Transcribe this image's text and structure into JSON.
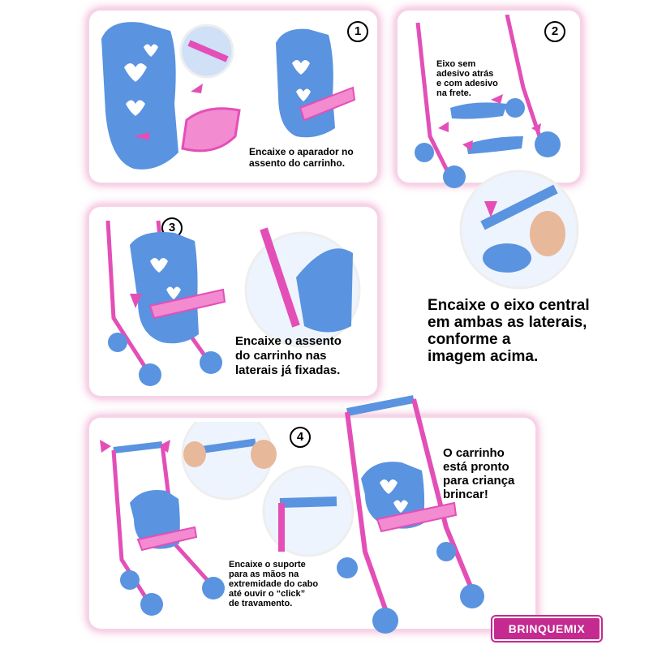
{
  "steps": [
    {
      "number": "1",
      "caption_lines": [
        "Encaixe o aparador no",
        "assento do carrinho."
      ]
    },
    {
      "number": "2",
      "note_lines": [
        "Eixo sem",
        "adesivo atrás",
        "e com adesivo",
        "na frete."
      ],
      "caption_lines": [
        "Encaixe o eixo central",
        "em ambas as laterais,",
        "conforme a",
        "imagem acima."
      ]
    },
    {
      "number": "3",
      "caption_lines": [
        "Encaixe o assento",
        "do carrinho nas",
        "laterais já fixadas."
      ]
    },
    {
      "number": "4",
      "caption_lines": [
        "Encaixe o suporte",
        "para as mãos na",
        "extremidade do cabo",
        "até ouvir o “click”",
        "de travamento."
      ]
    }
  ],
  "final": {
    "lines": [
      "O carrinho",
      "está pronto",
      "para criança",
      "brincar!"
    ]
  },
  "brand": "BRINQUEMIX",
  "colors": {
    "blue": "#5a93e0",
    "pink": "#e34fb7",
    "panel_glow": "#f6d3e6"
  }
}
